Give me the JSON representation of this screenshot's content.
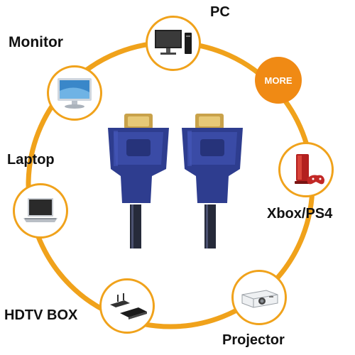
{
  "title": "",
  "accent_color": "#f0a21b",
  "more_color": "#f08a14",
  "cable_color": "#2e3d8f",
  "connector_metal_color": "#c9a24a",
  "more_button": "MORE",
  "devices": [
    {
      "label": "PC",
      "icon": "desktop-pc-icon"
    },
    {
      "label": "Monitor",
      "icon": "monitor-icon"
    },
    {
      "label": "Laptop",
      "icon": "laptop-icon"
    },
    {
      "label": "HDTV BOX",
      "icon": "set-top-box-icon"
    },
    {
      "label": "Projector",
      "icon": "projector-icon"
    },
    {
      "label": "Xbox/PS4",
      "icon": "game-console-icon"
    }
  ]
}
